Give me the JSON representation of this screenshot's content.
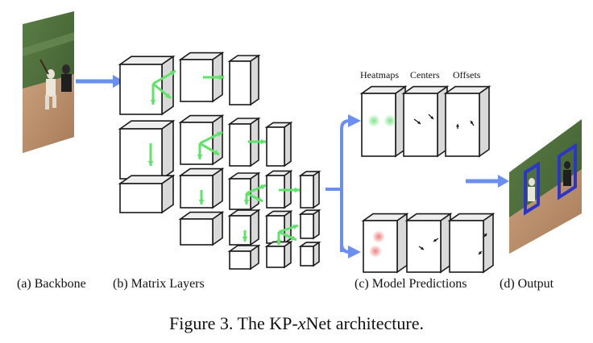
{
  "labels": {
    "a": "(a) Backbone",
    "b": "(b) Matrix Layers",
    "c": "(c) Model Predictions",
    "d": "(d) Output"
  },
  "predictions": {
    "heatmaps": "Heatmaps",
    "centers": "Centers",
    "offsets": "Offsets"
  },
  "caption": {
    "prefix": "Figure 3. The KP-",
    "variable": "x",
    "suffix": "Net architecture."
  },
  "colors": {
    "arrow_blue": "#5b8ef0",
    "arrow_green": "#5fe36a",
    "box_outline": "#1a1a1a",
    "box_side": "#d9d9d9",
    "box_top": "#eeeeee",
    "heat_green": "#8ee89a",
    "heat_red": "#f3a3a3",
    "bbox_blue": "#2d35c8",
    "field_green": "#4f6e3c",
    "dirt": "#b88a66"
  }
}
